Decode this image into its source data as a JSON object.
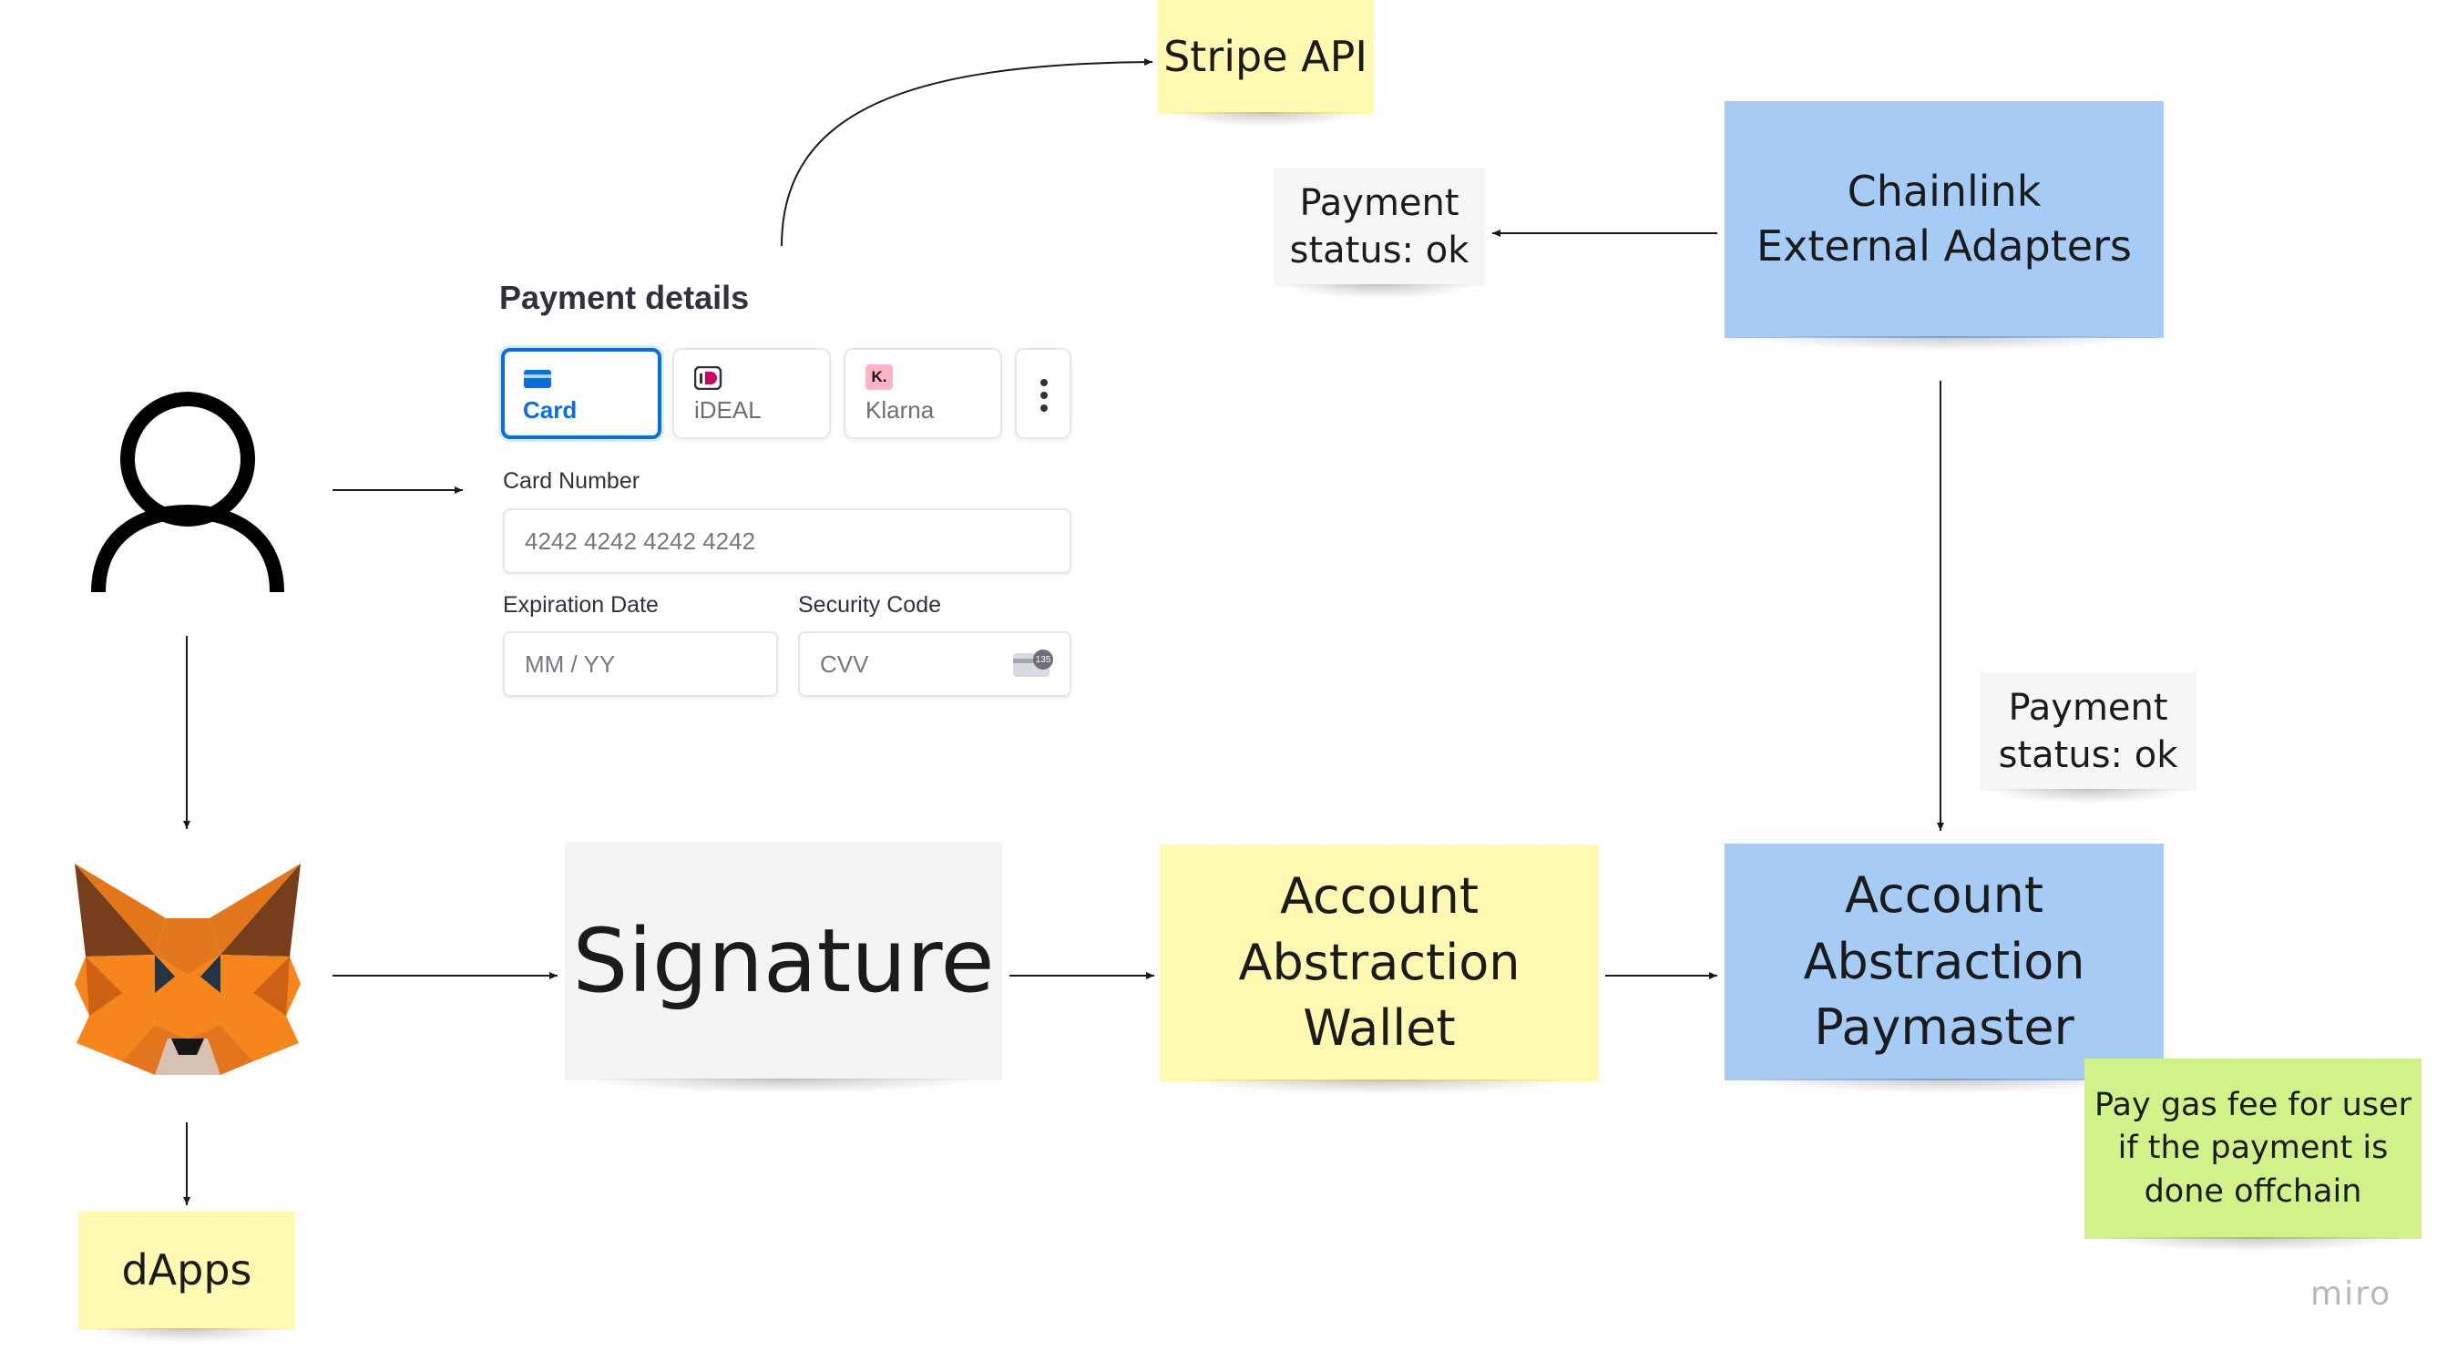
{
  "notes": {
    "stripe_api": "Stripe API",
    "payment_status_top": "Payment\nstatus: ok",
    "chainlink": "Chainlink\nExternal Adapters",
    "payment_status_right": "Payment\nstatus: ok",
    "signature": "Signature",
    "aa_wallet": "Account\nAbstraction\nWallet",
    "aa_paymaster": "Account\nAbstraction\nPaymaster",
    "gas_fee": "Pay gas fee for user\nif the payment is\ndone offchain",
    "dapps": "dApps"
  },
  "payment_form": {
    "title": "Payment details",
    "tabs": [
      {
        "label": "Card",
        "icon": "card-icon"
      },
      {
        "label": "iDEAL",
        "icon": "ideal-icon"
      },
      {
        "label": "Klarna",
        "icon": "klarna-icon"
      }
    ],
    "klarna_badge": "K.",
    "more_icon": "more-vertical-icon",
    "card_number_label": "Card Number",
    "card_number_value": "4242 4242 4242 4242",
    "expiration_label": "Expiration Date",
    "expiration_placeholder": "MM / YY",
    "security_label": "Security Code",
    "security_placeholder": "CVV",
    "cvc_badge": "135"
  },
  "watermark": "miro",
  "colors": {
    "yellow": "#fff9b1",
    "blue": "#a6ccf5",
    "green": "#d0f288",
    "stripe_blue": "#0570de",
    "metamask_orange": "#f6851b"
  }
}
